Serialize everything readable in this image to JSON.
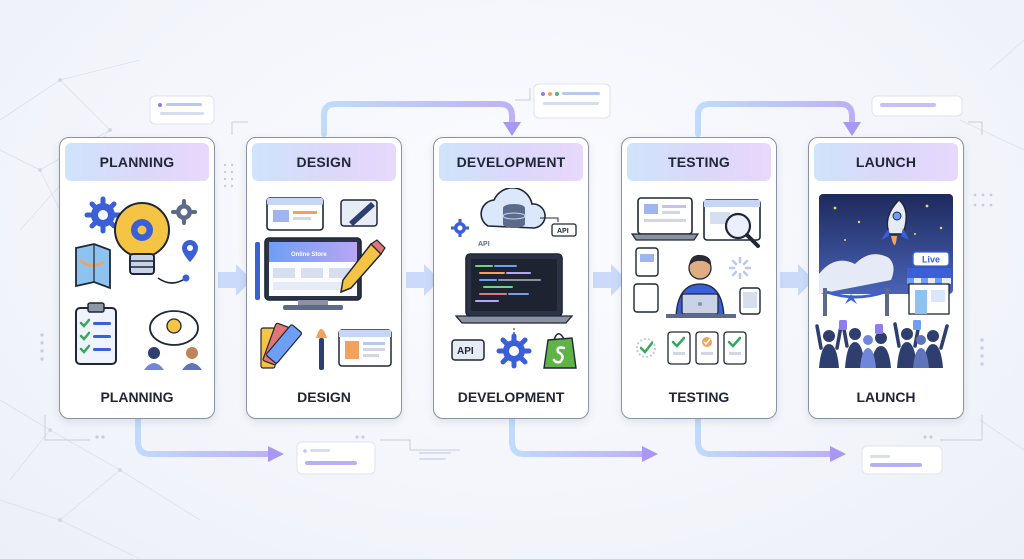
{
  "stages": [
    {
      "title": "PLANNING",
      "caption": "PLANNING"
    },
    {
      "title": "DESIGN",
      "caption": "DESIGN"
    },
    {
      "title": "DEVELOPMENT",
      "caption": "DEVELOPMENT"
    },
    {
      "title": "TESTING",
      "caption": "TESTING"
    },
    {
      "title": "LAUNCH",
      "caption": "LAUNCH"
    }
  ],
  "illustration_text": {
    "online_store": "Online Store",
    "api_small": "API",
    "api_tag": "API",
    "api_badge": "API",
    "live_badge": "Live"
  },
  "icons": {
    "planning": [
      "gear-icon",
      "lightbulb-icon",
      "map-icon",
      "location-pin-icon",
      "clipboard-checklist-icon",
      "thought-bubble-icon",
      "team-icon"
    ],
    "design": [
      "wireframe-icon",
      "pencil-icon",
      "monitor-icon",
      "color-swatch-icon",
      "paintbrush-icon",
      "layout-icon"
    ],
    "development": [
      "cloud-database-icon",
      "laptop-code-icon",
      "gear-icon",
      "shopify-bag-icon"
    ],
    "testing": [
      "laptop-icon",
      "magnifier-icon",
      "developer-icon",
      "checklist-icon",
      "tablet-icon"
    ],
    "launch": [
      "rocket-icon",
      "storefront-icon",
      "ribbon-icon",
      "crowd-icon"
    ]
  },
  "colors": {
    "header_gradient_start": "#cfe4fb",
    "header_gradient_end": "#e7d9fb",
    "connector": "#a9c4f7",
    "accent_purple": "#8f7df0",
    "text": "#1f2636"
  }
}
